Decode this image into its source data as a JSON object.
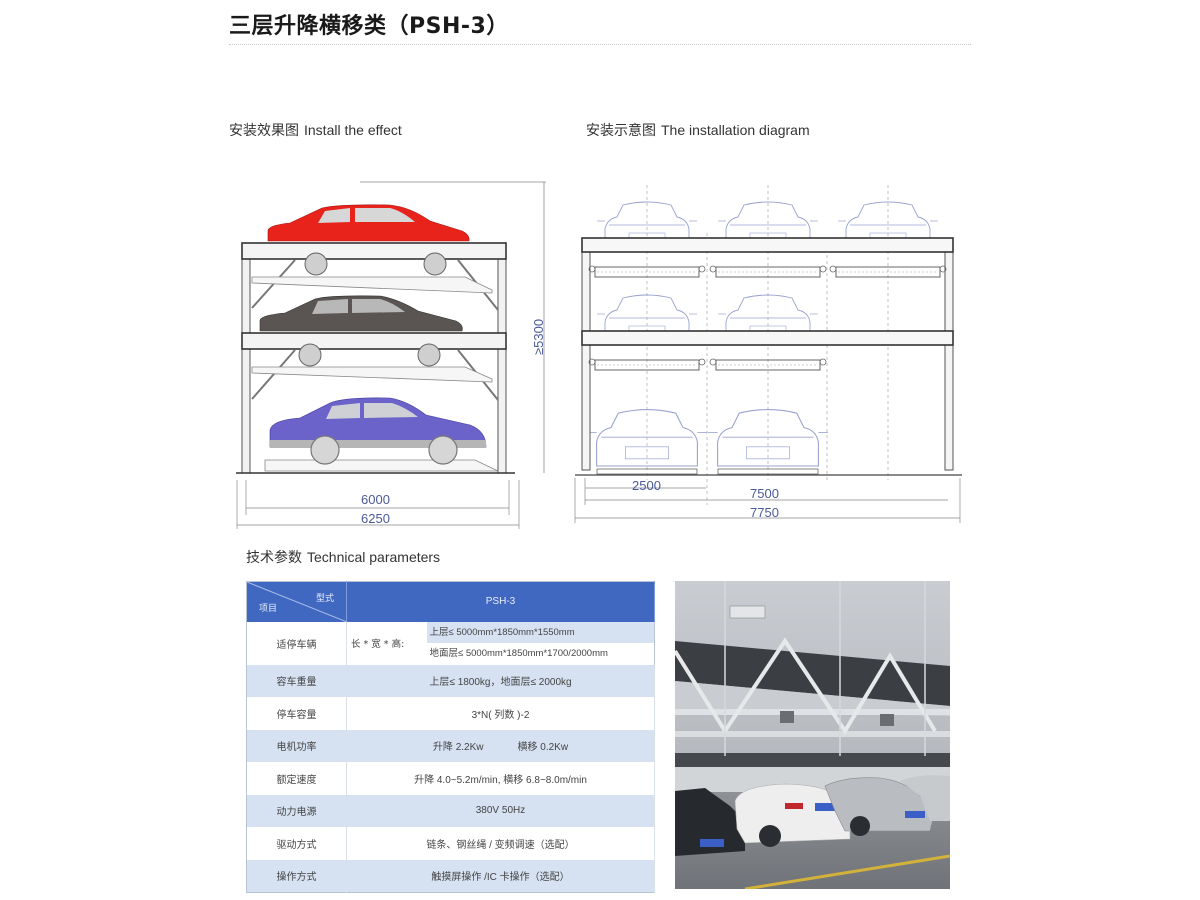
{
  "header": {
    "title": "三层升降横移类（PSH-3）"
  },
  "sections": {
    "install_effect": {
      "zh": "安装效果图",
      "en": "Install the effect"
    },
    "install_diagram": {
      "zh": "安装示意图",
      "en": "The installation diagram"
    },
    "tech_params": {
      "zh": "技术参数",
      "en": "Technical parameters"
    }
  },
  "effect_diagram": {
    "height_dim": "≥5300",
    "inner_width_dim": "6000",
    "outer_width_dim": "6250",
    "car_colors": {
      "top": "#e8231c",
      "middle": "#5a5452",
      "bottom": "#6b63c9"
    }
  },
  "install_diagram": {
    "bay_dim": "2500",
    "span_dim": "7500",
    "total_dim": "7750"
  },
  "spec_table": {
    "header": {
      "type_label": "型式",
      "item_label": "项目",
      "model": "PSH-3"
    },
    "vehicle": {
      "label": "适停车辆",
      "prefix": "长 * 宽 * 高:",
      "upper": "上层≤ 5000mm*1850mm*1550mm",
      "ground": "地面层≤ 5000mm*1850mm*1700/2000mm"
    },
    "rows": [
      {
        "label": "容车重量",
        "value": "上层≤ 1800kg，地面层≤ 2000kg"
      },
      {
        "label": "停车容量",
        "value": "3*N( 列数 )-2"
      },
      {
        "label": "电机功率",
        "value_a": "升降 2.2Kw",
        "value_b": "横移 0.2Kw"
      },
      {
        "label": "额定速度",
        "value": "升降 4.0~5.2m/min, 横移 6.8~8.0m/min"
      },
      {
        "label": "动力电源",
        "value": "380V 50Hz"
      },
      {
        "label": "驱动方式",
        "value": "链条、钢丝绳 / 变频调速（选配）"
      },
      {
        "label": "操作方式",
        "value": "触摸屏操作 /IC 卡操作（选配）"
      }
    ]
  },
  "photo": {
    "subject": "installed three-level parking lift in underground garage"
  }
}
